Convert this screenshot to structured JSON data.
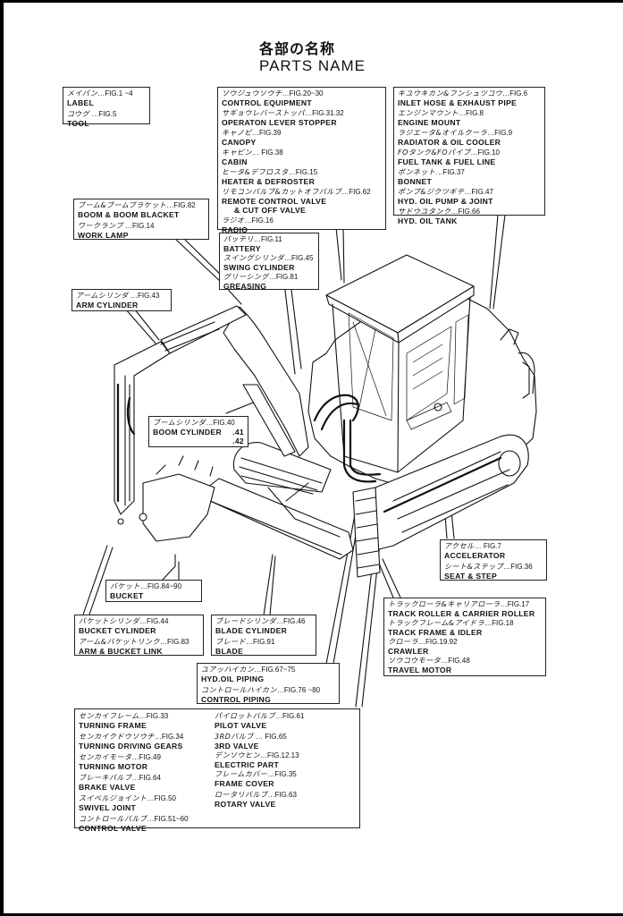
{
  "title": {
    "jp": "各部の名称",
    "en": "PARTS NAME"
  },
  "boxes": {
    "label_tool": [
      {
        "jp": "メイバン",
        "fig": "…FIG.1 ~4",
        "en": "LABEL"
      },
      {
        "jp": "コウグ",
        "fig": " …FIG.5",
        "en": "TOOL"
      }
    ],
    "control": [
      {
        "jp": "ソウジュウソウチ",
        "fig": "…FIG.20~30",
        "en": "CONTROL EQUIPMENT"
      },
      {
        "jp": "サギョウレバーストッパ",
        "fig": "…FIG.31.32",
        "en": "OPERATON LEVER STOPPER"
      },
      {
        "jp": "キャノピ",
        "fig": "…FIG.39",
        "en": "CANOPY"
      },
      {
        "jp": "キャビン",
        "fig": "… FIG.38",
        "en": "CABIN"
      },
      {
        "jp": "ヒータ&デフロスタ",
        "fig": "…FIG.15",
        "en": "HEATER & DEFROSTER"
      },
      {
        "jp": "リモコンバルブ&カットオフバルブ",
        "fig": "…FIG.62",
        "en": "REMOTE CONTROL VALVE",
        "en2": "& CUT OFF VALVE"
      },
      {
        "jp": "ラジオ",
        "fig": "…FIG.16",
        "en": "RADIO"
      }
    ],
    "engine": [
      {
        "jp": "キユウキカン&フンシュツコウ",
        "fig": "…FIG.6",
        "en": "INLET HOSE & EXHAUST PIPE"
      },
      {
        "jp": "エンジンマウント",
        "fig": "…FIG.8",
        "en": "ENGINE MOUNT"
      },
      {
        "jp": "ラジエータ&オイルクーラ",
        "fig": "…FIG.9",
        "en": "RADIATOR & OIL COOLER"
      },
      {
        "jp": "FOタンク&FOパイプ",
        "fig": "…FIG.10",
        "en": "FUEL TANK & FUEL LINE"
      },
      {
        "jp": "ボンネット",
        "fig": "…FIG.37",
        "en": "BONNET"
      },
      {
        "jp": "ポンプ&ジクツギテ",
        "fig": "…FIG.47",
        "en": "HYD. OIL PUMP & JOINT"
      },
      {
        "jp": "サドウユタンク",
        "fig": "…FIG.66",
        "en": "HYD. OIL TANK"
      }
    ],
    "boom": [
      {
        "jp": "ブーム&ブームブラケット",
        "fig": "…FIG.82",
        "en": "BOOM & BOOM BLACKET"
      },
      {
        "jp": "ワークランプ",
        "fig": " …FIG.14",
        "en": "WORK LAMP"
      }
    ],
    "battery": [
      {
        "jp": "バッテリ",
        "fig": "…FIG.11",
        "en": "BATTERY"
      },
      {
        "jp": "スイングシリンダ",
        "fig": "…FIG.45",
        "en": "SWING CYLINDER"
      },
      {
        "jp": "グリーシング",
        "fig": "…FIG.81",
        "en": "GREASING"
      }
    ],
    "arm_cyl": [
      {
        "jp": "アームシリンダ",
        "fig": " …FIG.43",
        "en": "ARM CYLINDER"
      }
    ],
    "boom_cyl": {
      "jp": "ブームシリンダ",
      "fig": "…FIG.40",
      "en": "BOOM CYLINDER",
      "fig2": ".41",
      "fig3": ".42"
    },
    "bucket": [
      {
        "jp": "バケット",
        "fig": "…FIG.84~90",
        "en": "BUCKET"
      }
    ],
    "bucket_cyl": [
      {
        "jp": "バケットシリンダ",
        "fig": "…FIG.44",
        "en": "BUCKET CYLINDER"
      },
      {
        "jp": "アーム&バケットリンク",
        "fig": "…FIG.83",
        "en": "ARM & BUCKET LINK"
      }
    ],
    "blade": [
      {
        "jp": "ブレードシリンダ",
        "fig": "…FIG.46",
        "en": "BLADE CYLINDER"
      },
      {
        "jp": "ブレード",
        "fig": "…FIG.91",
        "en": "BLADE"
      }
    ],
    "piping": [
      {
        "jp": "ユアッハイカン",
        "fig": "…FIG.67~75",
        "en": "HYD.OIL PIPING"
      },
      {
        "jp": "コントロールハイカン",
        "fig": "…FIG.76 ~80",
        "en": "CONTROL PIPING"
      }
    ],
    "accel": [
      {
        "jp": "アクセル",
        "fig": "… FIG.7",
        "en": "ACCELERATOR"
      },
      {
        "jp": "シート&ステップ",
        "fig": "…FIG.36",
        "en": "SEAT & STEP"
      }
    ],
    "track": [
      {
        "jp": "トラックローラ&キャリアローラ",
        "fig": "…FIG.17",
        "en": "TRACK ROLLER & CARRIER ROLLER"
      },
      {
        "jp": "トラックフレーム&アイドラ",
        "fig": "…FIG.18",
        "en": "TRACK FRAME & IDLER"
      },
      {
        "jp": "クローラ",
        "fig": "…FIG.19.92",
        "en": "CRAWLER"
      },
      {
        "jp": "ソウコウモータ",
        "fig": "…FIG.48",
        "en": "TRAVEL MOTOR"
      }
    ],
    "turning_left": [
      {
        "jp": "センカイフレーム",
        "fig": "…FIG.33",
        "en": "TURNING FRAME"
      },
      {
        "jp": "センカイクドウソウチ",
        "fig": "…FIG.34",
        "en": "TURNING DRIVING GEARS"
      },
      {
        "jp": "センカイモータ",
        "fig": "…FIG.49",
        "en": "TURNING MOTOR"
      },
      {
        "jp": "ブレーキバルブ",
        "fig": "…FIG.64",
        "en": "BRAKE VALVE"
      },
      {
        "jp": "スイベルジョイント",
        "fig": "…FIG.50",
        "en": "SWIVEL JOINT"
      },
      {
        "jp": "コントロールバルブ",
        "fig": "…FIG.51~60",
        "en": "CONTROL VALVE"
      }
    ],
    "turning_right": [
      {
        "jp": "パイロットバルブ",
        "fig": "…FIG.61",
        "en": "PILOT VALVE"
      },
      {
        "jp": "3RDバルブ",
        "fig": " … FIG.65",
        "en": "3RD VALVE"
      },
      {
        "jp": "デンソウヒン",
        "fig": "…FIG.12.13",
        "en": "ELECTRIC PART"
      },
      {
        "jp": "フレームカバー",
        "fig": "…FIG.35",
        "en": "FRAME COVER"
      },
      {
        "jp": "ロータリバルブ",
        "fig": "…FIG.63",
        "en": "ROTARY VALVE"
      }
    ]
  }
}
